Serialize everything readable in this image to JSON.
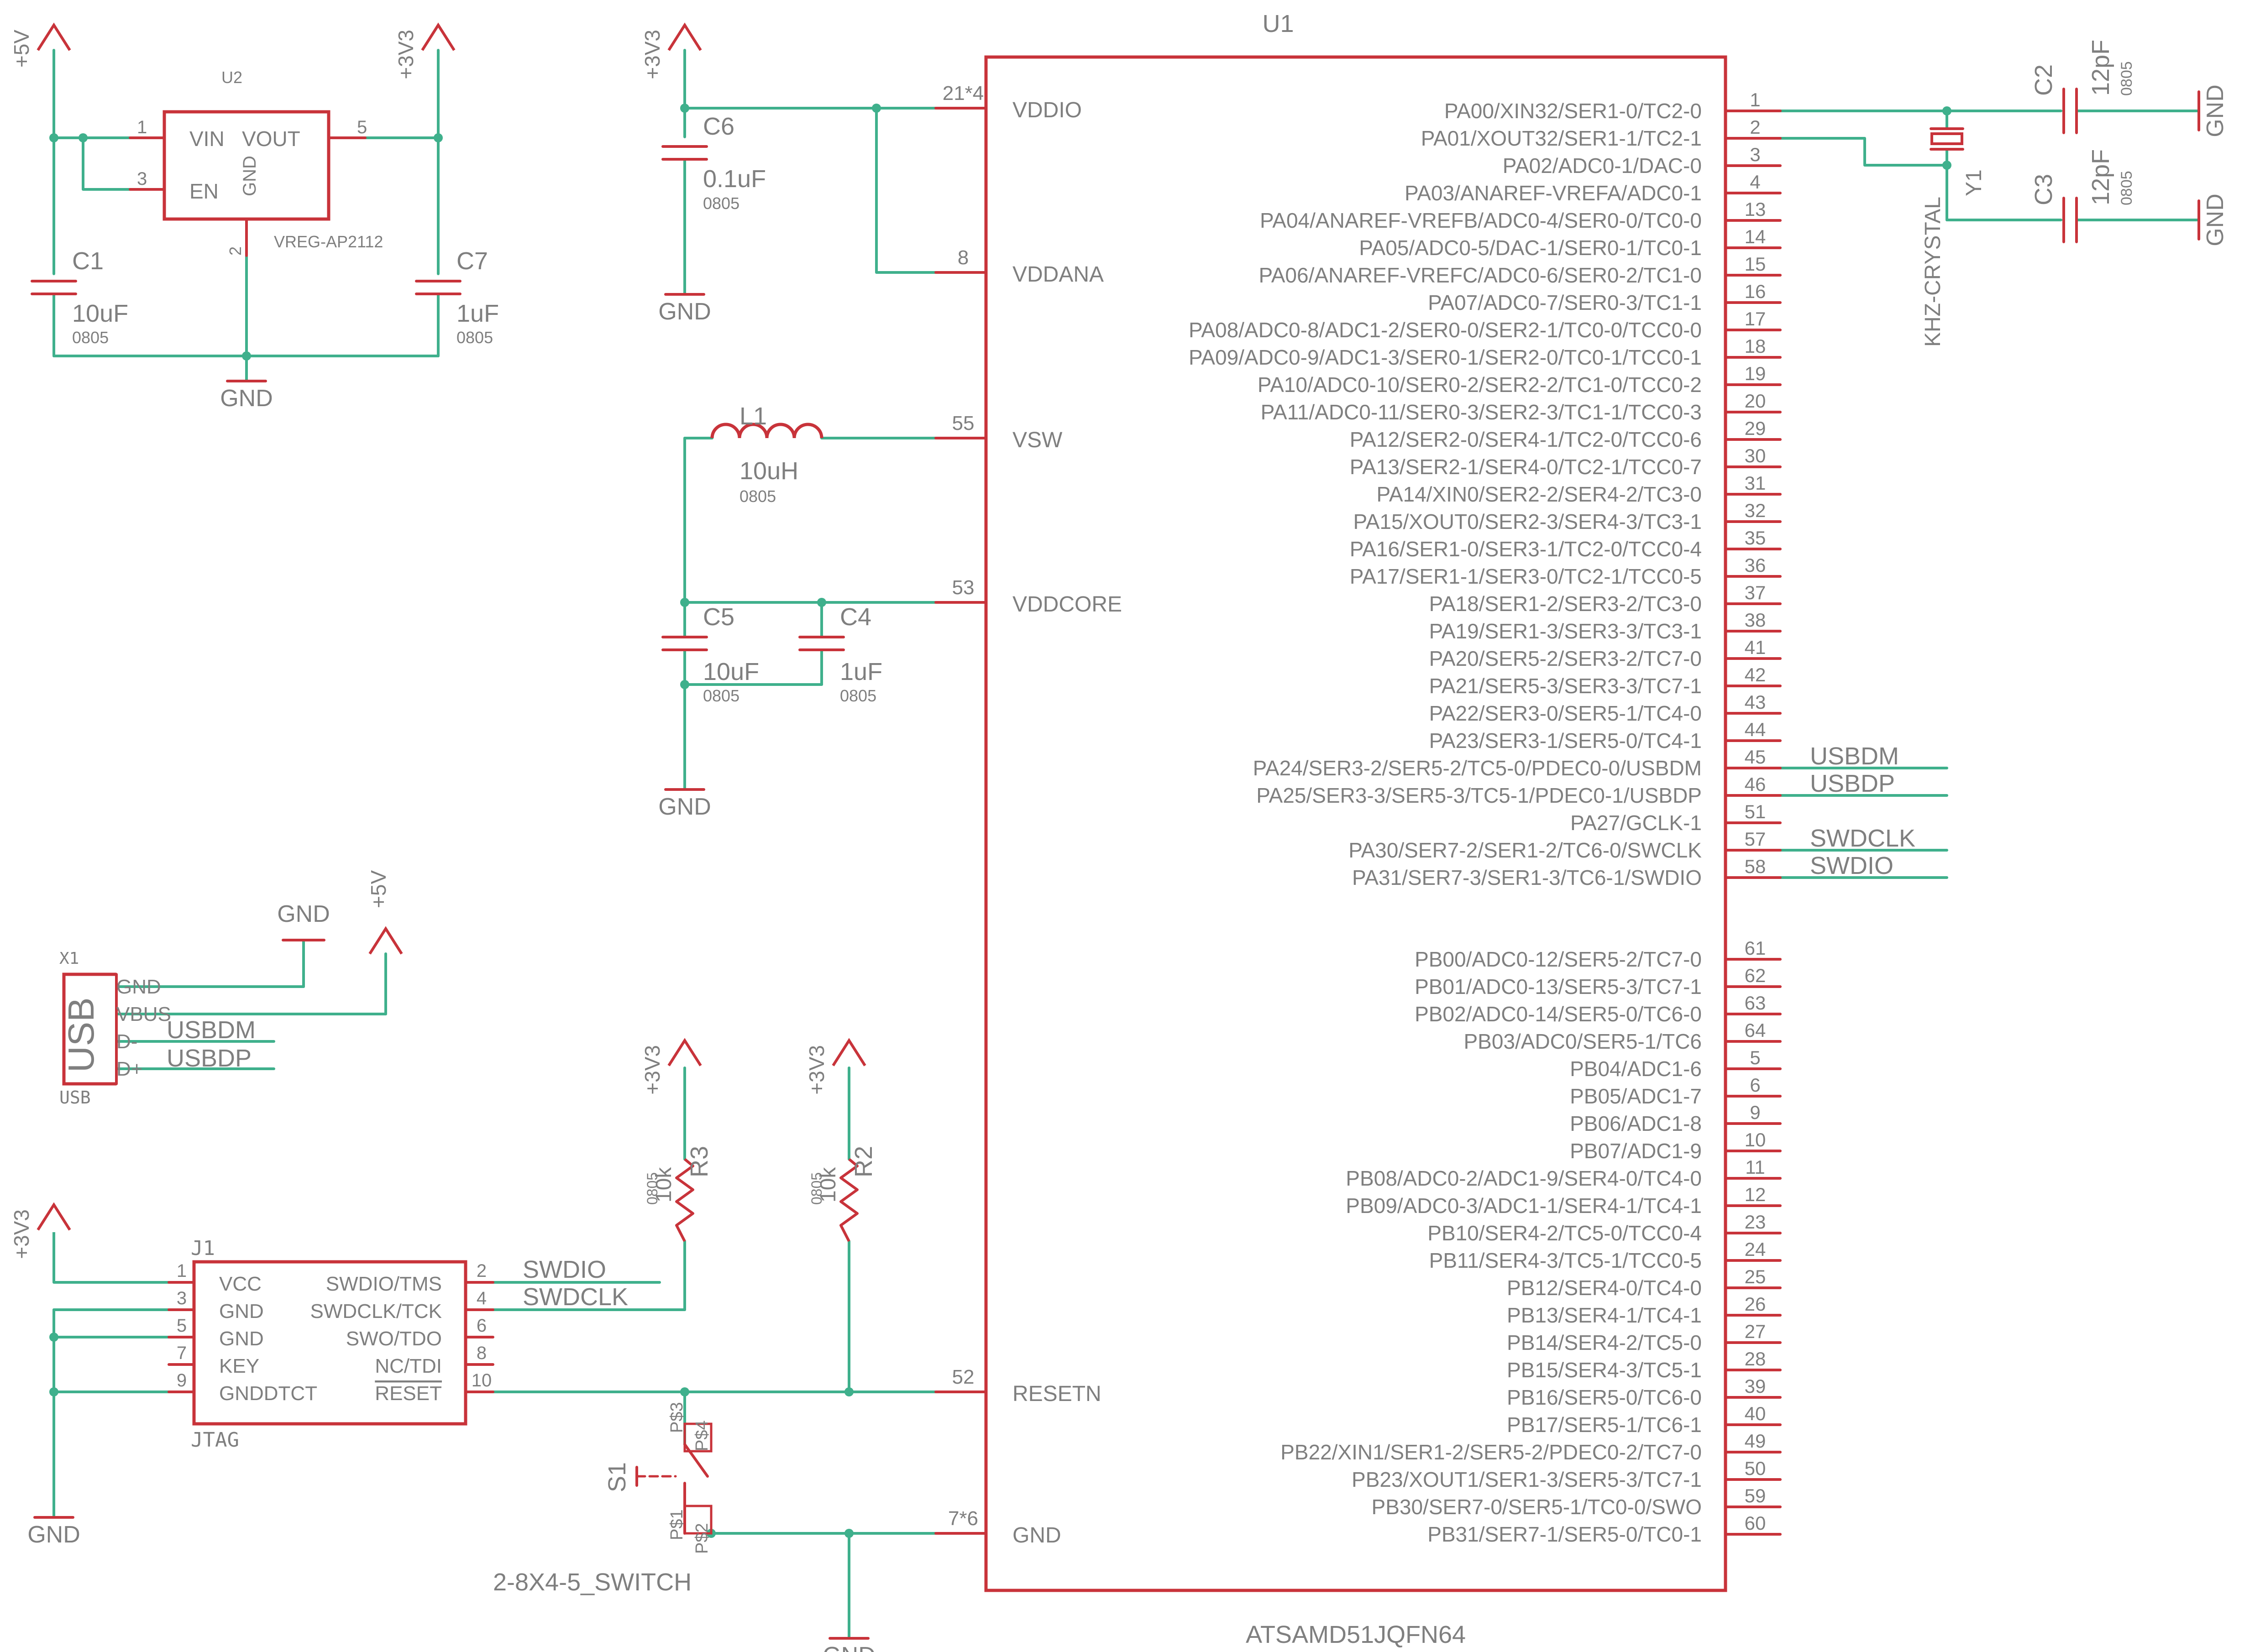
{
  "colors": {
    "part": "#c8333a",
    "wire": "#3fb08c",
    "text": "#7f7f7f",
    "background": "#ffffff"
  },
  "u1": {
    "name": "U1",
    "value": "ATSAMD51JQFN64",
    "left_pins": [
      {
        "num": "21*4",
        "name": "VDDIO"
      },
      {
        "num": "8",
        "name": "VDDANA"
      },
      {
        "num": "55",
        "name": "VSW"
      },
      {
        "num": "53",
        "name": "VDDCORE"
      },
      {
        "num": "52",
        "name": "RESETN"
      },
      {
        "num": "7*6",
        "name": "GND"
      }
    ],
    "right_pins": [
      {
        "num": "1",
        "name": "PA00/XIN32/SER1-0/TC2-0"
      },
      {
        "num": "2",
        "name": "PA01/XOUT32/SER1-1/TC2-1"
      },
      {
        "num": "3",
        "name": "PA02/ADC0-1/DAC-0"
      },
      {
        "num": "4",
        "name": "PA03/ANAREF-VREFA/ADC0-1"
      },
      {
        "num": "13",
        "name": "PA04/ANAREF-VREFB/ADC0-4/SER0-0/TC0-0"
      },
      {
        "num": "14",
        "name": "PA05/ADC0-5/DAC-1/SER0-1/TC0-1"
      },
      {
        "num": "15",
        "name": "PA06/ANAREF-VREFC/ADC0-6/SER0-2/TC1-0"
      },
      {
        "num": "16",
        "name": "PA07/ADC0-7/SER0-3/TC1-1"
      },
      {
        "num": "17",
        "name": "PA08/ADC0-8/ADC1-2/SER0-0/SER2-1/TC0-0/TCC0-0"
      },
      {
        "num": "18",
        "name": "PA09/ADC0-9/ADC1-3/SER0-1/SER2-0/TC0-1/TCC0-1"
      },
      {
        "num": "19",
        "name": "PA10/ADC0-10/SER0-2/SER2-2/TC1-0/TCC0-2"
      },
      {
        "num": "20",
        "name": "PA11/ADC0-11/SER0-3/SER2-3/TC1-1/TCC0-3"
      },
      {
        "num": "29",
        "name": "PA12/SER2-0/SER4-1/TC2-0/TCC0-6"
      },
      {
        "num": "30",
        "name": "PA13/SER2-1/SER4-0/TC2-1/TCC0-7"
      },
      {
        "num": "31",
        "name": "PA14/XIN0/SER2-2/SER4-2/TC3-0"
      },
      {
        "num": "32",
        "name": "PA15/XOUT0/SER2-3/SER4-3/TC3-1"
      },
      {
        "num": "35",
        "name": "PA16/SER1-0/SER3-1/TC2-0/TCC0-4"
      },
      {
        "num": "36",
        "name": "PA17/SER1-1/SER3-0/TC2-1/TCC0-5"
      },
      {
        "num": "37",
        "name": "PA18/SER1-2/SER3-2/TC3-0"
      },
      {
        "num": "38",
        "name": "PA19/SER1-3/SER3-3/TC3-1"
      },
      {
        "num": "41",
        "name": "PA20/SER5-2/SER3-2/TC7-0"
      },
      {
        "num": "42",
        "name": "PA21/SER5-3/SER3-3/TC7-1"
      },
      {
        "num": "43",
        "name": "PA22/SER3-0/SER5-1/TC4-0"
      },
      {
        "num": "44",
        "name": "PA23/SER3-1/SER5-0/TC4-1"
      },
      {
        "num": "45",
        "name": "PA24/SER3-2/SER5-2/TC5-0/PDEC0-0/USBDM",
        "net": "USBDM"
      },
      {
        "num": "46",
        "name": "PA25/SER3-3/SER5-3/TC5-1/PDEC0-1/USBDP",
        "net": "USBDP"
      },
      {
        "num": "51",
        "name": "PA27/GCLK-1"
      },
      {
        "num": "57",
        "name": "PA30/SER7-2/SER1-2/TC6-0/SWCLK",
        "net": "SWDCLK"
      },
      {
        "num": "58",
        "name": "PA31/SER7-3/SER1-3/TC6-1/SWDIO",
        "net": "SWDIO"
      },
      {
        "num": "61",
        "name": "PB00/ADC0-12/SER5-2/TC7-0"
      },
      {
        "num": "62",
        "name": "PB01/ADC0-13/SER5-3/TC7-1"
      },
      {
        "num": "63",
        "name": "PB02/ADC0-14/SER5-0/TC6-0"
      },
      {
        "num": "64",
        "name": "PB03/ADC0/SER5-1/TC6"
      },
      {
        "num": "5",
        "name": "PB04/ADC1-6"
      },
      {
        "num": "6",
        "name": "PB05/ADC1-7"
      },
      {
        "num": "9",
        "name": "PB06/ADC1-8"
      },
      {
        "num": "10",
        "name": "PB07/ADC1-9"
      },
      {
        "num": "11",
        "name": "PB08/ADC0-2/ADC1-9/SER4-0/TC4-0"
      },
      {
        "num": "12",
        "name": "PB09/ADC0-3/ADC1-1/SER4-1/TC4-1"
      },
      {
        "num": "23",
        "name": "PB10/SER4-2/TC5-0/TCC0-4"
      },
      {
        "num": "24",
        "name": "PB11/SER4-3/TC5-1/TCC0-5"
      },
      {
        "num": "25",
        "name": "PB12/SER4-0/TC4-0"
      },
      {
        "num": "26",
        "name": "PB13/SER4-1/TC4-1"
      },
      {
        "num": "27",
        "name": "PB14/SER4-2/TC5-0"
      },
      {
        "num": "28",
        "name": "PB15/SER4-3/TC5-1"
      },
      {
        "num": "39",
        "name": "PB16/SER5-0/TC6-0"
      },
      {
        "num": "40",
        "name": "PB17/SER5-1/TC6-1"
      },
      {
        "num": "49",
        "name": "PB22/XIN1/SER1-2/SER5-2/PDEC0-2/TC7-0"
      },
      {
        "num": "50",
        "name": "PB23/XOUT1/SER1-3/SER5-3/TC7-1"
      },
      {
        "num": "59",
        "name": "PB30/SER7-0/SER5-1/TC0-0/SWO"
      },
      {
        "num": "60",
        "name": "PB31/SER7-1/SER5-0/TC0-1"
      }
    ]
  },
  "u2": {
    "name": "U2",
    "value": "VREG-AP2112",
    "pins": {
      "vin": "VIN",
      "vout": "VOUT",
      "en": "EN",
      "gnd": "GND"
    },
    "pin_nums": {
      "vin": "1",
      "en": "3",
      "vout": "5",
      "gnd": "2"
    }
  },
  "caps": {
    "c1": {
      "name": "C1",
      "value": "10uF",
      "pkg": "0805"
    },
    "c7": {
      "name": "C7",
      "value": "1uF",
      "pkg": "0805"
    },
    "c6": {
      "name": "C6",
      "value": "0.1uF",
      "pkg": "0805"
    },
    "c5": {
      "name": "C5",
      "value": "10uF",
      "pkg": "0805"
    },
    "c4": {
      "name": "C4",
      "value": "1uF",
      "pkg": "0805"
    },
    "c2": {
      "name": "C2",
      "value": "12pF",
      "pkg": "0805"
    },
    "c3": {
      "name": "C3",
      "value": "12pF",
      "pkg": "0805"
    }
  },
  "l1": {
    "name": "L1",
    "value": "10uH",
    "pkg": "0805"
  },
  "y1": {
    "name": "Y1",
    "value": "KHZ-CRYSTAL"
  },
  "r3": {
    "name": "R3",
    "value": "10k",
    "pkg": "0805"
  },
  "r2": {
    "name": "R2",
    "value": "10k",
    "pkg": "0805"
  },
  "x1": {
    "name": "X1",
    "value": "USB",
    "symbol_label": "USB",
    "pins": [
      "GND",
      "VBUS",
      "D-",
      "D+"
    ],
    "nets": {
      "dm": "USBDM",
      "dp": "USBDP"
    }
  },
  "j1": {
    "name": "J1",
    "value": "JTAG",
    "left_pins": [
      {
        "num": "1",
        "name": "VCC"
      },
      {
        "num": "3",
        "name": "GND"
      },
      {
        "num": "5",
        "name": "GND"
      },
      {
        "num": "7",
        "name": "KEY"
      },
      {
        "num": "9",
        "name": "GNDDTCT"
      }
    ],
    "right_pins": [
      {
        "num": "2",
        "name": "SWDIO/TMS",
        "net": "SWDIO"
      },
      {
        "num": "4",
        "name": "SWDCLK/TCK",
        "net": "SWDCLK"
      },
      {
        "num": "6",
        "name": "SWO/TDO"
      },
      {
        "num": "8",
        "name": "NC/TDI"
      },
      {
        "num": "10",
        "name": "RESET"
      }
    ]
  },
  "s1": {
    "name": "S1",
    "value": "2-8X4-5_SWITCH",
    "pins": [
      "P$1",
      "P$2",
      "P$3",
      "P$4"
    ]
  },
  "power": {
    "v5": "+5V",
    "v3": "+3V3",
    "gnd": "GND"
  }
}
